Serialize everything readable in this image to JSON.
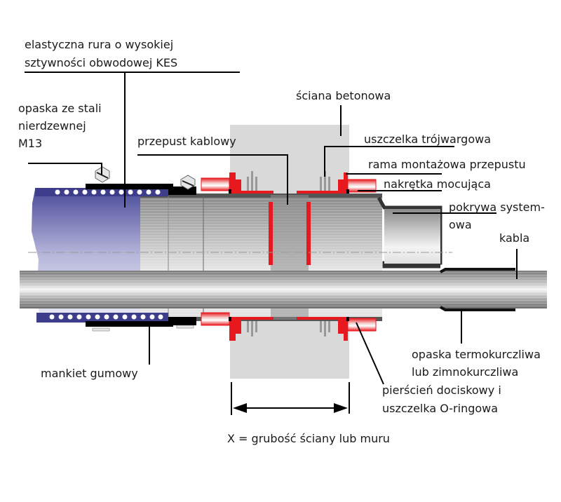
{
  "title": "Przepust kablowy w ścianie betonowej",
  "labels": {
    "kes_line1": "elastyczna rura o wysokiej",
    "kes_line2": "sztywności obwodowej KES",
    "band_line1": "opaska ze stali",
    "band_line2": "nierdzewnej",
    "band_line3": "M13",
    "duct": "przepust kablowy",
    "wall": "ściana betonowa",
    "triple_seal": "uszczelka trójwargowa",
    "frame": "rama montażowa przepustu",
    "nut": "nakrętka mocująca",
    "cover_line1": "pokrywa system-",
    "cover_line2": "owa",
    "cable": "kabla",
    "shrink_line1": "opaska termokurczliwa",
    "shrink_line2": "lub zimnokurczliwa",
    "ring_line1": "pierścień dociskowy i",
    "ring_line2": "uszczelka O-ringowa",
    "cuff": "mankiet gumowy",
    "dimension": "X = grubość ściany lub muru"
  },
  "colors": {
    "wall": "#d9d9d9",
    "seal_red": "#e8191e",
    "kes_blue": "#3d3d8c",
    "pipe_grey": "#9a9a9a",
    "leader": "#000000"
  }
}
